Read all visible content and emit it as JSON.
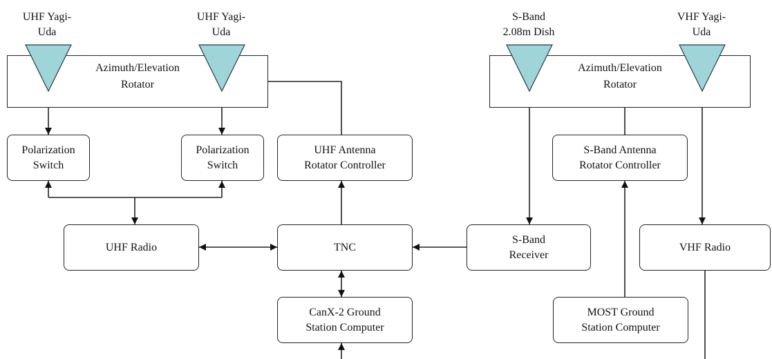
{
  "colors": {
    "antenna_fill": "#9fd4d8",
    "line": "#222222"
  },
  "antennas": [
    {
      "id": "uhf-yagi-1",
      "lines": [
        "UHF Yagi-",
        "Uda"
      ]
    },
    {
      "id": "uhf-yagi-2",
      "lines": [
        "UHF Yagi-",
        "Uda"
      ]
    },
    {
      "id": "s-band-dish",
      "lines": [
        "S-Band",
        "2.08m Dish"
      ]
    },
    {
      "id": "vhf-yagi",
      "lines": [
        "VHF Yagi-",
        "Uda"
      ]
    }
  ],
  "rotators": [
    {
      "id": "rotator-left",
      "lines": [
        "Azimuth/Elevation",
        "Rotator"
      ]
    },
    {
      "id": "rotator-right",
      "lines": [
        "Azimuth/Elevation",
        "Rotator"
      ]
    }
  ],
  "boxes": {
    "pol_switch_1": [
      "Polarization",
      "Switch"
    ],
    "pol_switch_2": [
      "Polarization",
      "Switch"
    ],
    "uhf_rotator_controller": [
      "UHF Antenna",
      "Rotator Controller"
    ],
    "sband_rotator_controller": [
      "S-Band Antenna",
      "Rotator Controller"
    ],
    "uhf_radio": [
      "UHF Radio"
    ],
    "tnc": [
      "TNC"
    ],
    "sband_receiver": [
      "S-Band",
      "Receiver"
    ],
    "vhf_radio": [
      "VHF Radio"
    ],
    "canx2_computer": [
      "CanX-2 Ground",
      "Station Computer"
    ],
    "most_computer": [
      "MOST Ground",
      "Station Computer"
    ]
  }
}
